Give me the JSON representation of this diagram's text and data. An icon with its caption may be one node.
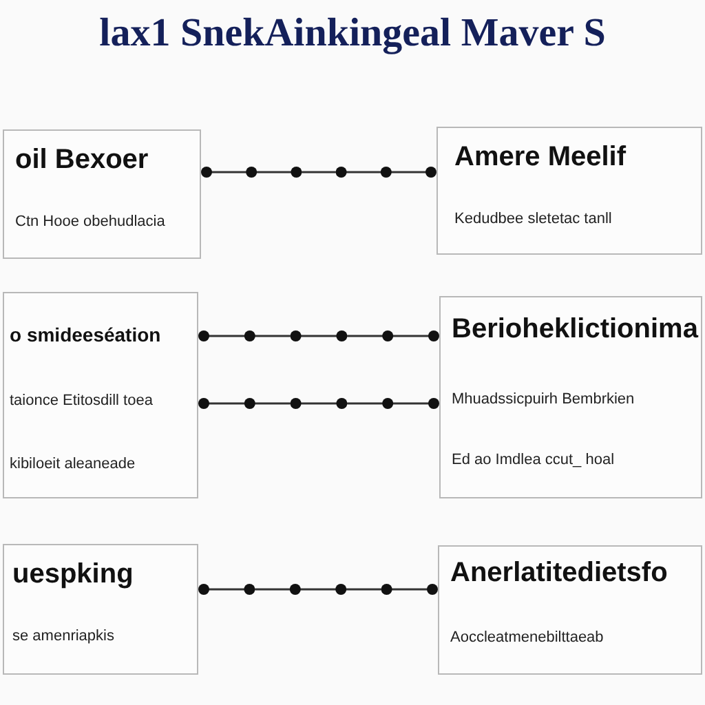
{
  "diagram": {
    "title": "lax1 SnekAinkingeal Maver S",
    "nodes": [
      {
        "text": [
          "oil Bexoer",
          "Ctn Hooe obehudlacia"
        ]
      },
      {
        "text": [
          "Amere Meelif",
          "Kedudbee sletetac tanll"
        ]
      },
      {
        "text": [
          "o smideeséation",
          "taionce Etitosdill toea",
          "kibiloeit aleaneade"
        ]
      },
      {
        "text": [
          "Berioheklictionima",
          "Mhuadssicpuirh Bembrkien",
          "Ed ao Imdlea ccut_ hoal"
        ]
      },
      {
        "text": [
          "uespking",
          "se amenriapkis"
        ]
      },
      {
        "text": [
          "Anerlatitedietsfo",
          "Aoccleatmenebilttaeab"
        ]
      }
    ],
    "edges": [
      {
        "from": 0,
        "to": 1,
        "arrow": "other"
      },
      {
        "from": 2,
        "to": 3,
        "arrow": "other"
      },
      {
        "from": 2,
        "to": 3,
        "arrow": "other"
      },
      {
        "from": 4,
        "to": 5,
        "arrow": "other"
      }
    ]
  }
}
